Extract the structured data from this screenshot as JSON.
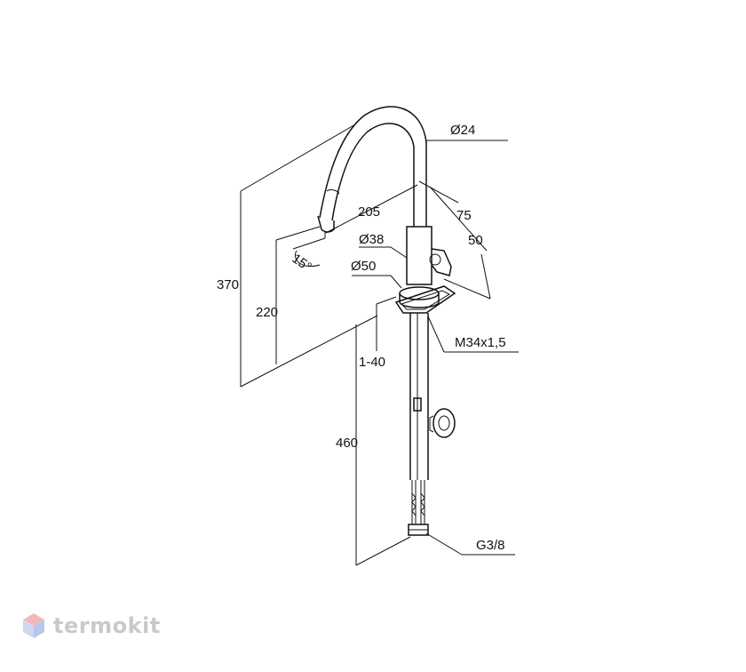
{
  "watermark": {
    "text": "termokit"
  },
  "dimensions": {
    "d24": "Ø24",
    "d205": "205",
    "d75": "75",
    "d38": "Ø38",
    "d50v": "50",
    "d15": "15°",
    "d50": "Ø50",
    "d370": "370",
    "d220": "220",
    "d140": "1-40",
    "m34": "M34x1,5",
    "d460": "460",
    "g38": "G3/8"
  }
}
